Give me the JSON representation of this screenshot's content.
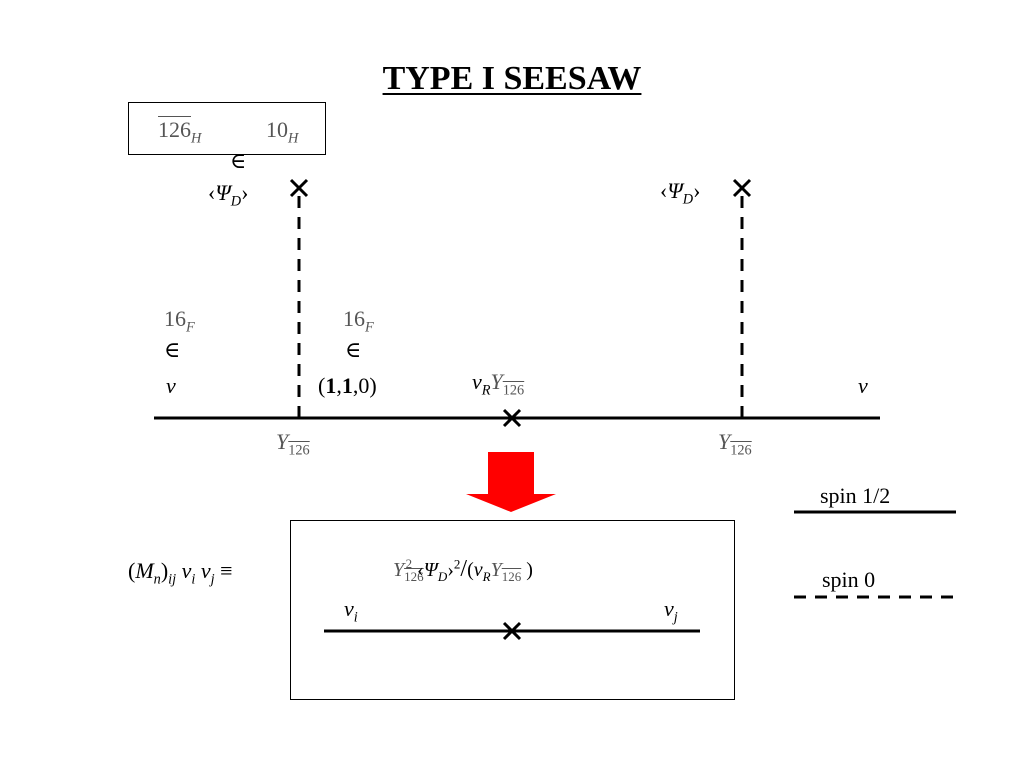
{
  "title": "TYPE I SEESAW",
  "top_box": {
    "left_label": "126",
    "left_sub": "H",
    "right_label": "10",
    "right_sub": "H"
  },
  "element_of": "∈",
  "vev_left": {
    "psi": "Ψ",
    "sub": "D"
  },
  "vev_right": {
    "psi": "Ψ",
    "sub": "D"
  },
  "field_left": {
    "rep": "16",
    "sub": "F",
    "particle": "ν"
  },
  "field_mid": {
    "rep": "16",
    "sub": "F",
    "charge_open": "(",
    "charge_a": "1",
    "charge_b": "1",
    "charge_c": "0",
    "charge_close": ")",
    "comma": ","
  },
  "field_right": {
    "particle": "ν"
  },
  "mass_insertion": {
    "nu": "ν",
    "nu_sub": "R",
    "Y": "Y",
    "Y_sub": "126"
  },
  "yukawa_left": {
    "Y": "Y",
    "Y_sub": "126"
  },
  "yukawa_right": {
    "Y": "Y",
    "Y_sub": "126"
  },
  "result": {
    "lhs_M": "M",
    "lhs_M_sub": "n",
    "lhs_ij": "ij",
    "nu_i": "ν",
    "sub_i": "i",
    "nu_j": "ν",
    "sub_j": "j",
    "equiv": "≡",
    "Y": "Y",
    "Y_sub": "126",
    "Y_sup": "2",
    "psi": "Ψ",
    "psi_sub": "D",
    "psi_sup": "2",
    "slash": "/",
    "den_nu": "ν",
    "den_nu_sub": "R",
    "den_Y": "Y",
    "den_Y_sub": "126",
    "line_left_nu": "ν",
    "line_left_sub": "i",
    "line_right_nu": "ν",
    "line_right_sub": "j"
  },
  "legend": {
    "spin_half": "spin 1/2",
    "spin_zero": "spin 0"
  },
  "colors": {
    "arrow": "#ff0000",
    "lines": "#000000"
  }
}
